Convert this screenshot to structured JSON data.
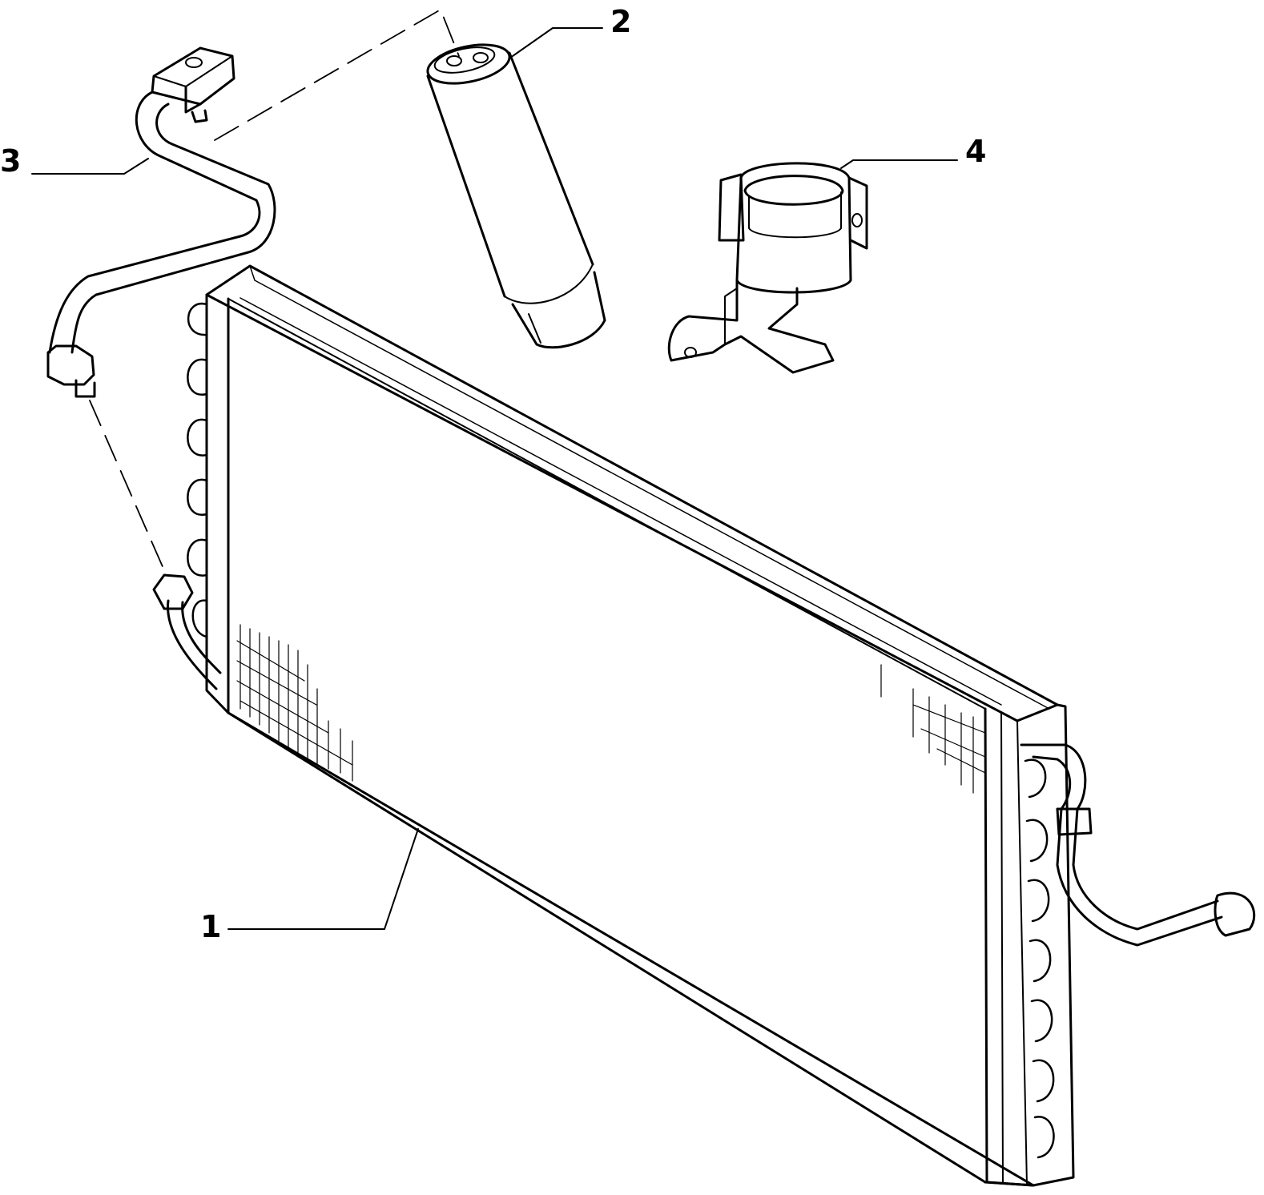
{
  "diagram": {
    "background": "#ffffff",
    "line_color": "#000000",
    "parts": [
      {
        "id": "condenser",
        "callout": "1"
      },
      {
        "id": "receiver-drier",
        "callout": "2"
      },
      {
        "id": "refrigerant-pipe",
        "callout": "3"
      },
      {
        "id": "mounting-bracket",
        "callout": "4"
      }
    ]
  }
}
